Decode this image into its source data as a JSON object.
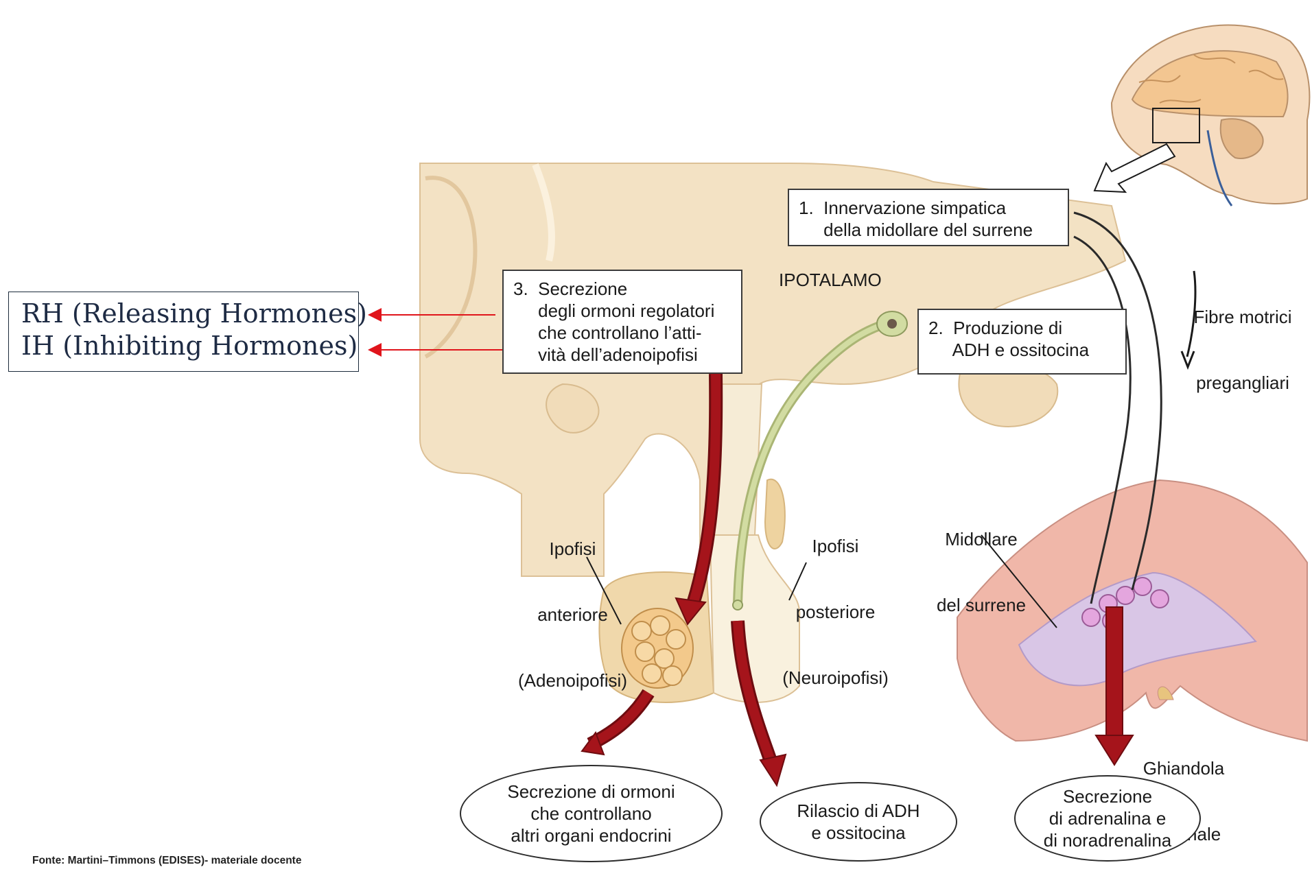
{
  "annotation": {
    "rh_line": "RH (Releasing Hormones)",
    "ih_line": "IH (Inhibiting Hormones)"
  },
  "boxes": {
    "innervation": [
      "1.  Innervazione simpatica",
      "     della midollare del surrene"
    ],
    "production": [
      "2.  Produzione di",
      "     ADH e ossitocina"
    ],
    "secretion": [
      "3.  Secrezione",
      "     degli ormoni regolatori",
      "     che controllano l’atti-",
      "     vità dell’adenoipofisi"
    ]
  },
  "labels": {
    "hypothalamus": "IPOTALAMO",
    "motor_fibers": [
      "Fibre motrici",
      "pregangliari"
    ],
    "anterior_pituitary": [
      "Ipofisi",
      "anteriore",
      "(Adenoipofisi)"
    ],
    "posterior_pituitary": [
      "Ipofisi",
      "posteriore",
      "(Neuroipofisi)"
    ],
    "adrenal_medulla": [
      "Midollare",
      "del surrene"
    ],
    "adrenal_gland": [
      "Ghiandola",
      "surrenale"
    ]
  },
  "outcomes": {
    "hormones": [
      "Secrezione di ormoni",
      "che controllano",
      "altri organi endocrini"
    ],
    "adh": [
      "Rilascio di ADH",
      "e ossitocina"
    ],
    "adrenaline": [
      "Secrezione",
      "di adrenalina e",
      "di noradrenalina"
    ]
  },
  "credit": "Fonte: Martini–Timmons (EDISES)- materiale docente",
  "colors": {
    "tissue": "#f3e2c4",
    "tissue_shadow": "#e2c79e",
    "arrow_red": "#a5141b",
    "neuron": "#c8d39a",
    "adrenal_cortex": "#f0b7a9",
    "adrenal_medulla": "#d9c6e6",
    "annotation_arrow": "#e0141b",
    "annotation_text": "#1e2b44"
  }
}
